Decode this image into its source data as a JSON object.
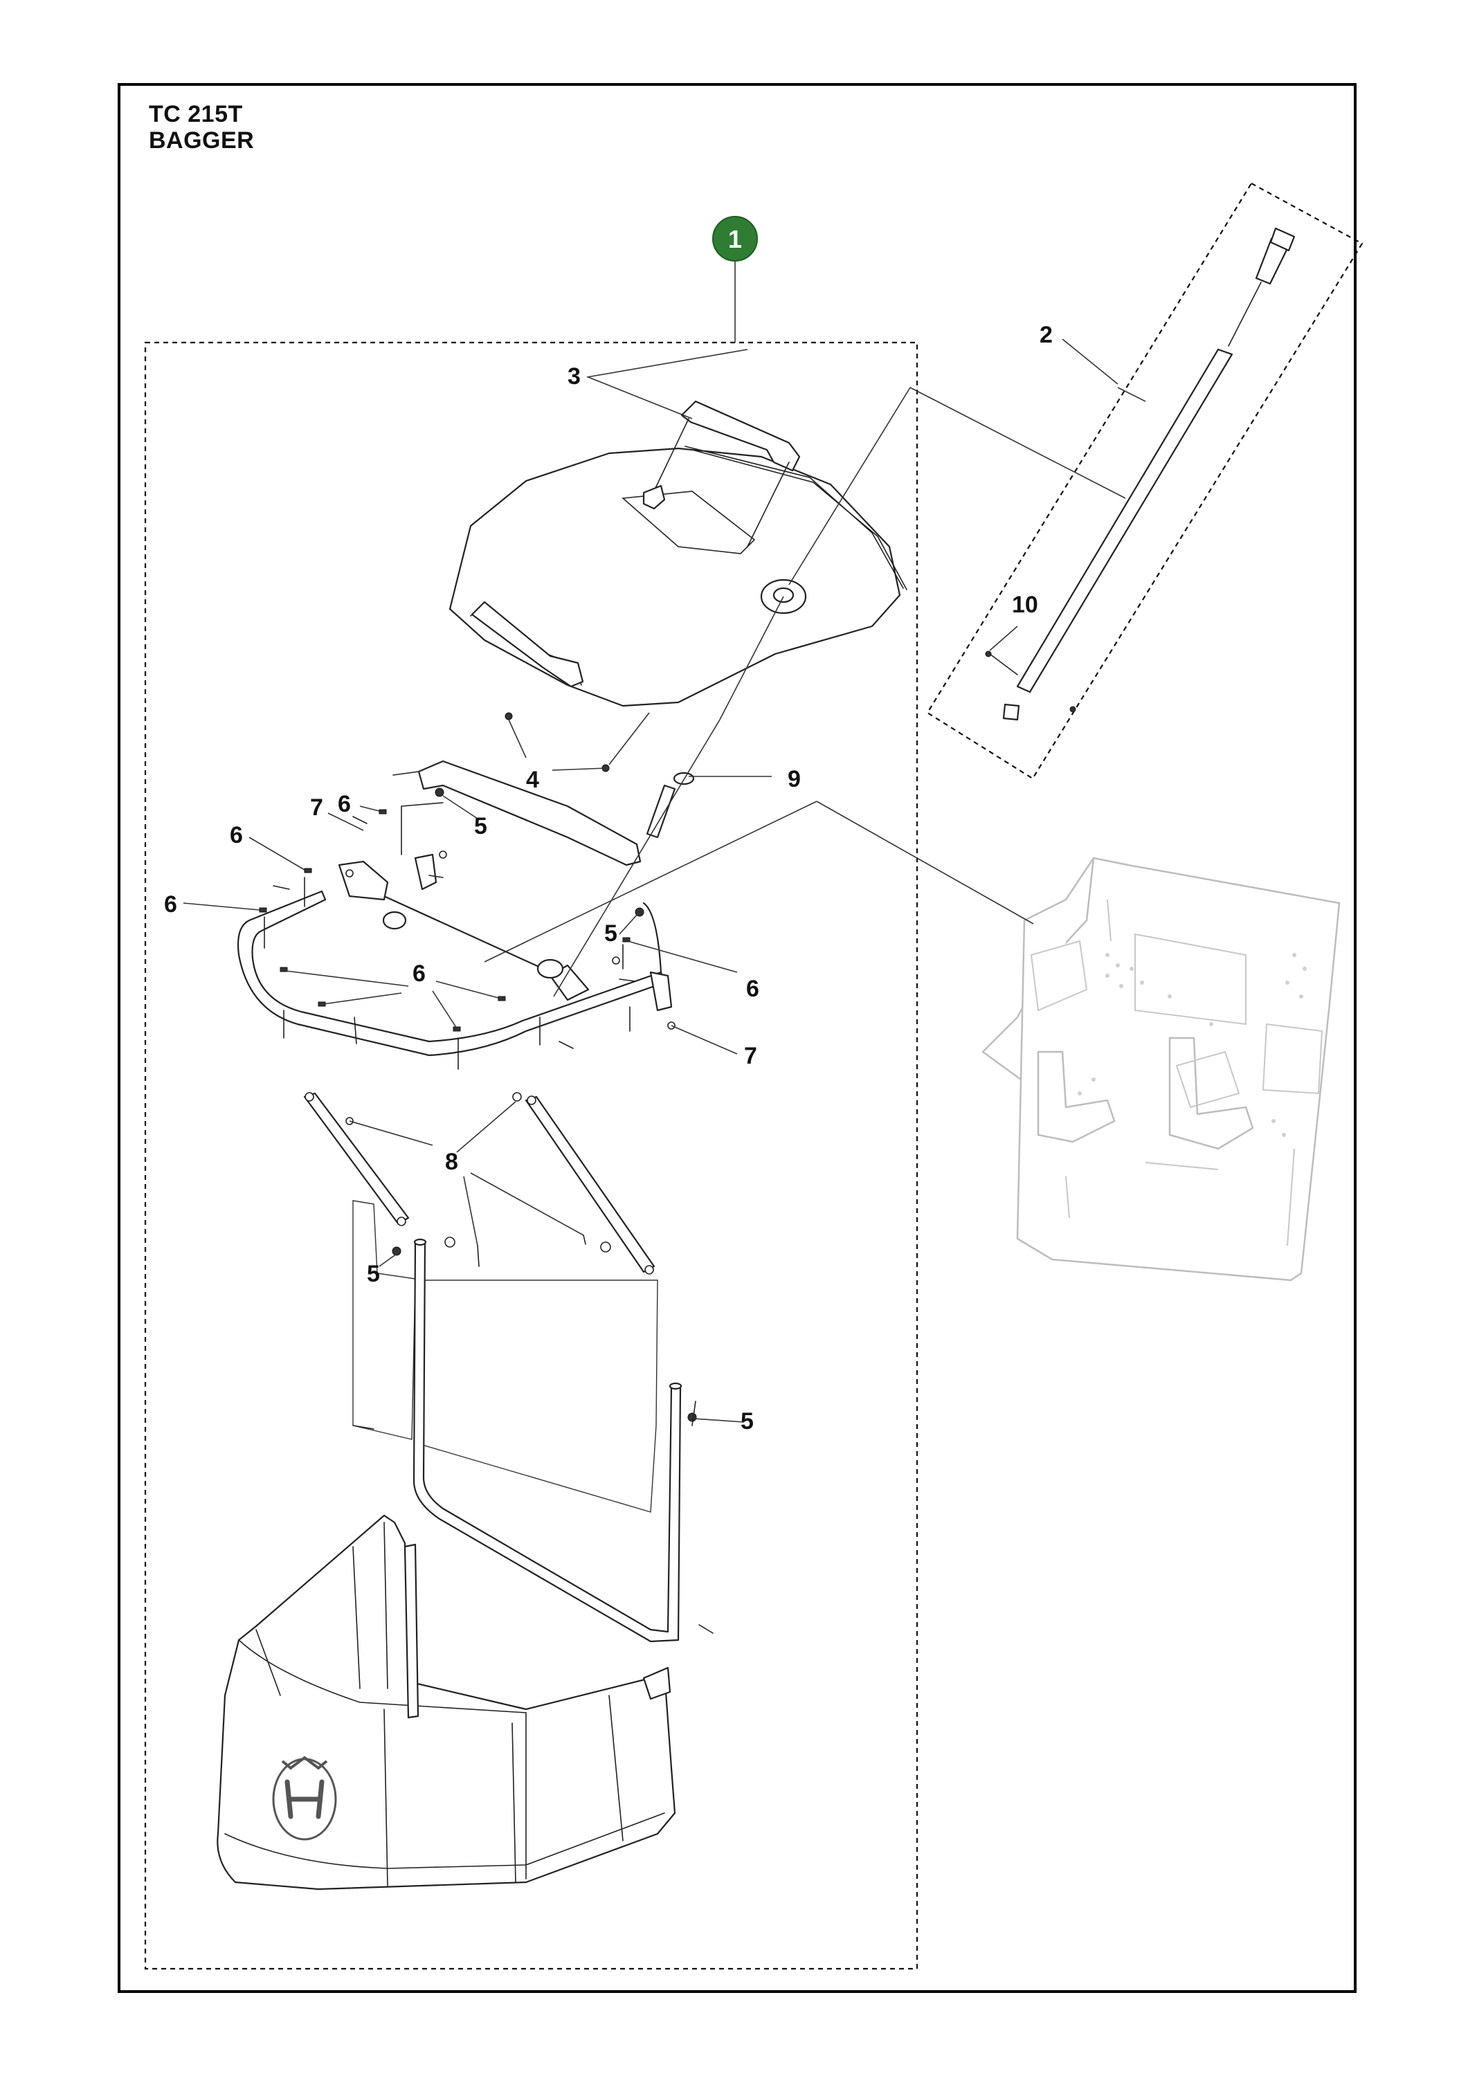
{
  "title": {
    "model": "TC 215T",
    "section": "BAGGER"
  },
  "assembly_badge": {
    "label": "1",
    "color": "#2e7d32"
  },
  "callouts": {
    "c2": "2",
    "c3": "3",
    "c4": "4",
    "c5a": "5",
    "c5b": "5",
    "c5c": "5",
    "c5d": "5",
    "c6a": "6",
    "c6b": "6",
    "c6c": "6",
    "c6d": "6",
    "c6e": "6",
    "c7a": "7",
    "c7b": "7",
    "c8": "8",
    "c9": "9",
    "c10": "10"
  },
  "logo": {
    "icon": "husqvarna-crown-logo-icon"
  }
}
